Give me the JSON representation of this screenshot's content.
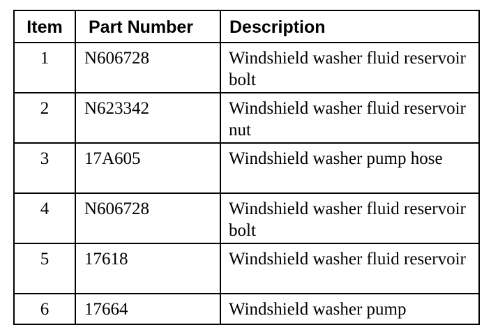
{
  "table": {
    "headers": {
      "item": "Item",
      "part_number": "Part Number",
      "description": "Description"
    },
    "rows": [
      {
        "item": "1",
        "part_number": "N606728",
        "description": "Windshield washer fluid reservoir bolt"
      },
      {
        "item": "2",
        "part_number": "N623342",
        "description": "Windshield washer fluid reservoir nut"
      },
      {
        "item": "3",
        "part_number": "17A605",
        "description": "Windshield washer pump hose"
      },
      {
        "item": "4",
        "part_number": "N606728",
        "description": "Windshield washer fluid reservoir bolt"
      },
      {
        "item": "5",
        "part_number": "17618",
        "description": "Windshield washer fluid reservoir"
      },
      {
        "item": "6",
        "part_number": "17664",
        "description": "Windshield washer pump"
      }
    ]
  }
}
